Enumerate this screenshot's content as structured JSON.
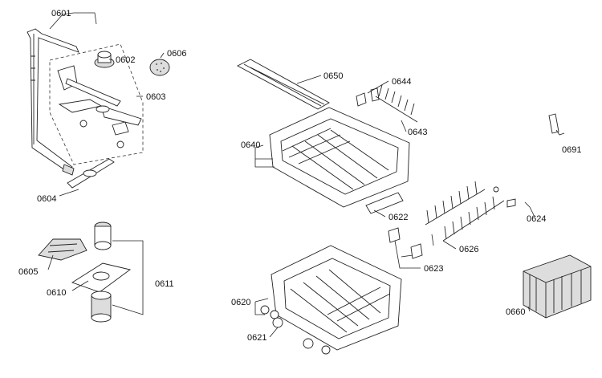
{
  "callouts": {
    "p0601": "0601",
    "p0602": "0602",
    "p0606": "0606",
    "p0603": "0603",
    "p0604": "0604",
    "p0605": "0605",
    "p0610": "0610",
    "p0611": "0611",
    "p0650": "0650",
    "p0644": "0644",
    "p0643": "0643",
    "p0640": "0640",
    "p0622": "0622",
    "p0691": "0691",
    "p0624": "0624",
    "p0626": "0626",
    "p0623": "0623",
    "p0620": "0620",
    "p0621": "0621",
    "p0660": "0660"
  }
}
